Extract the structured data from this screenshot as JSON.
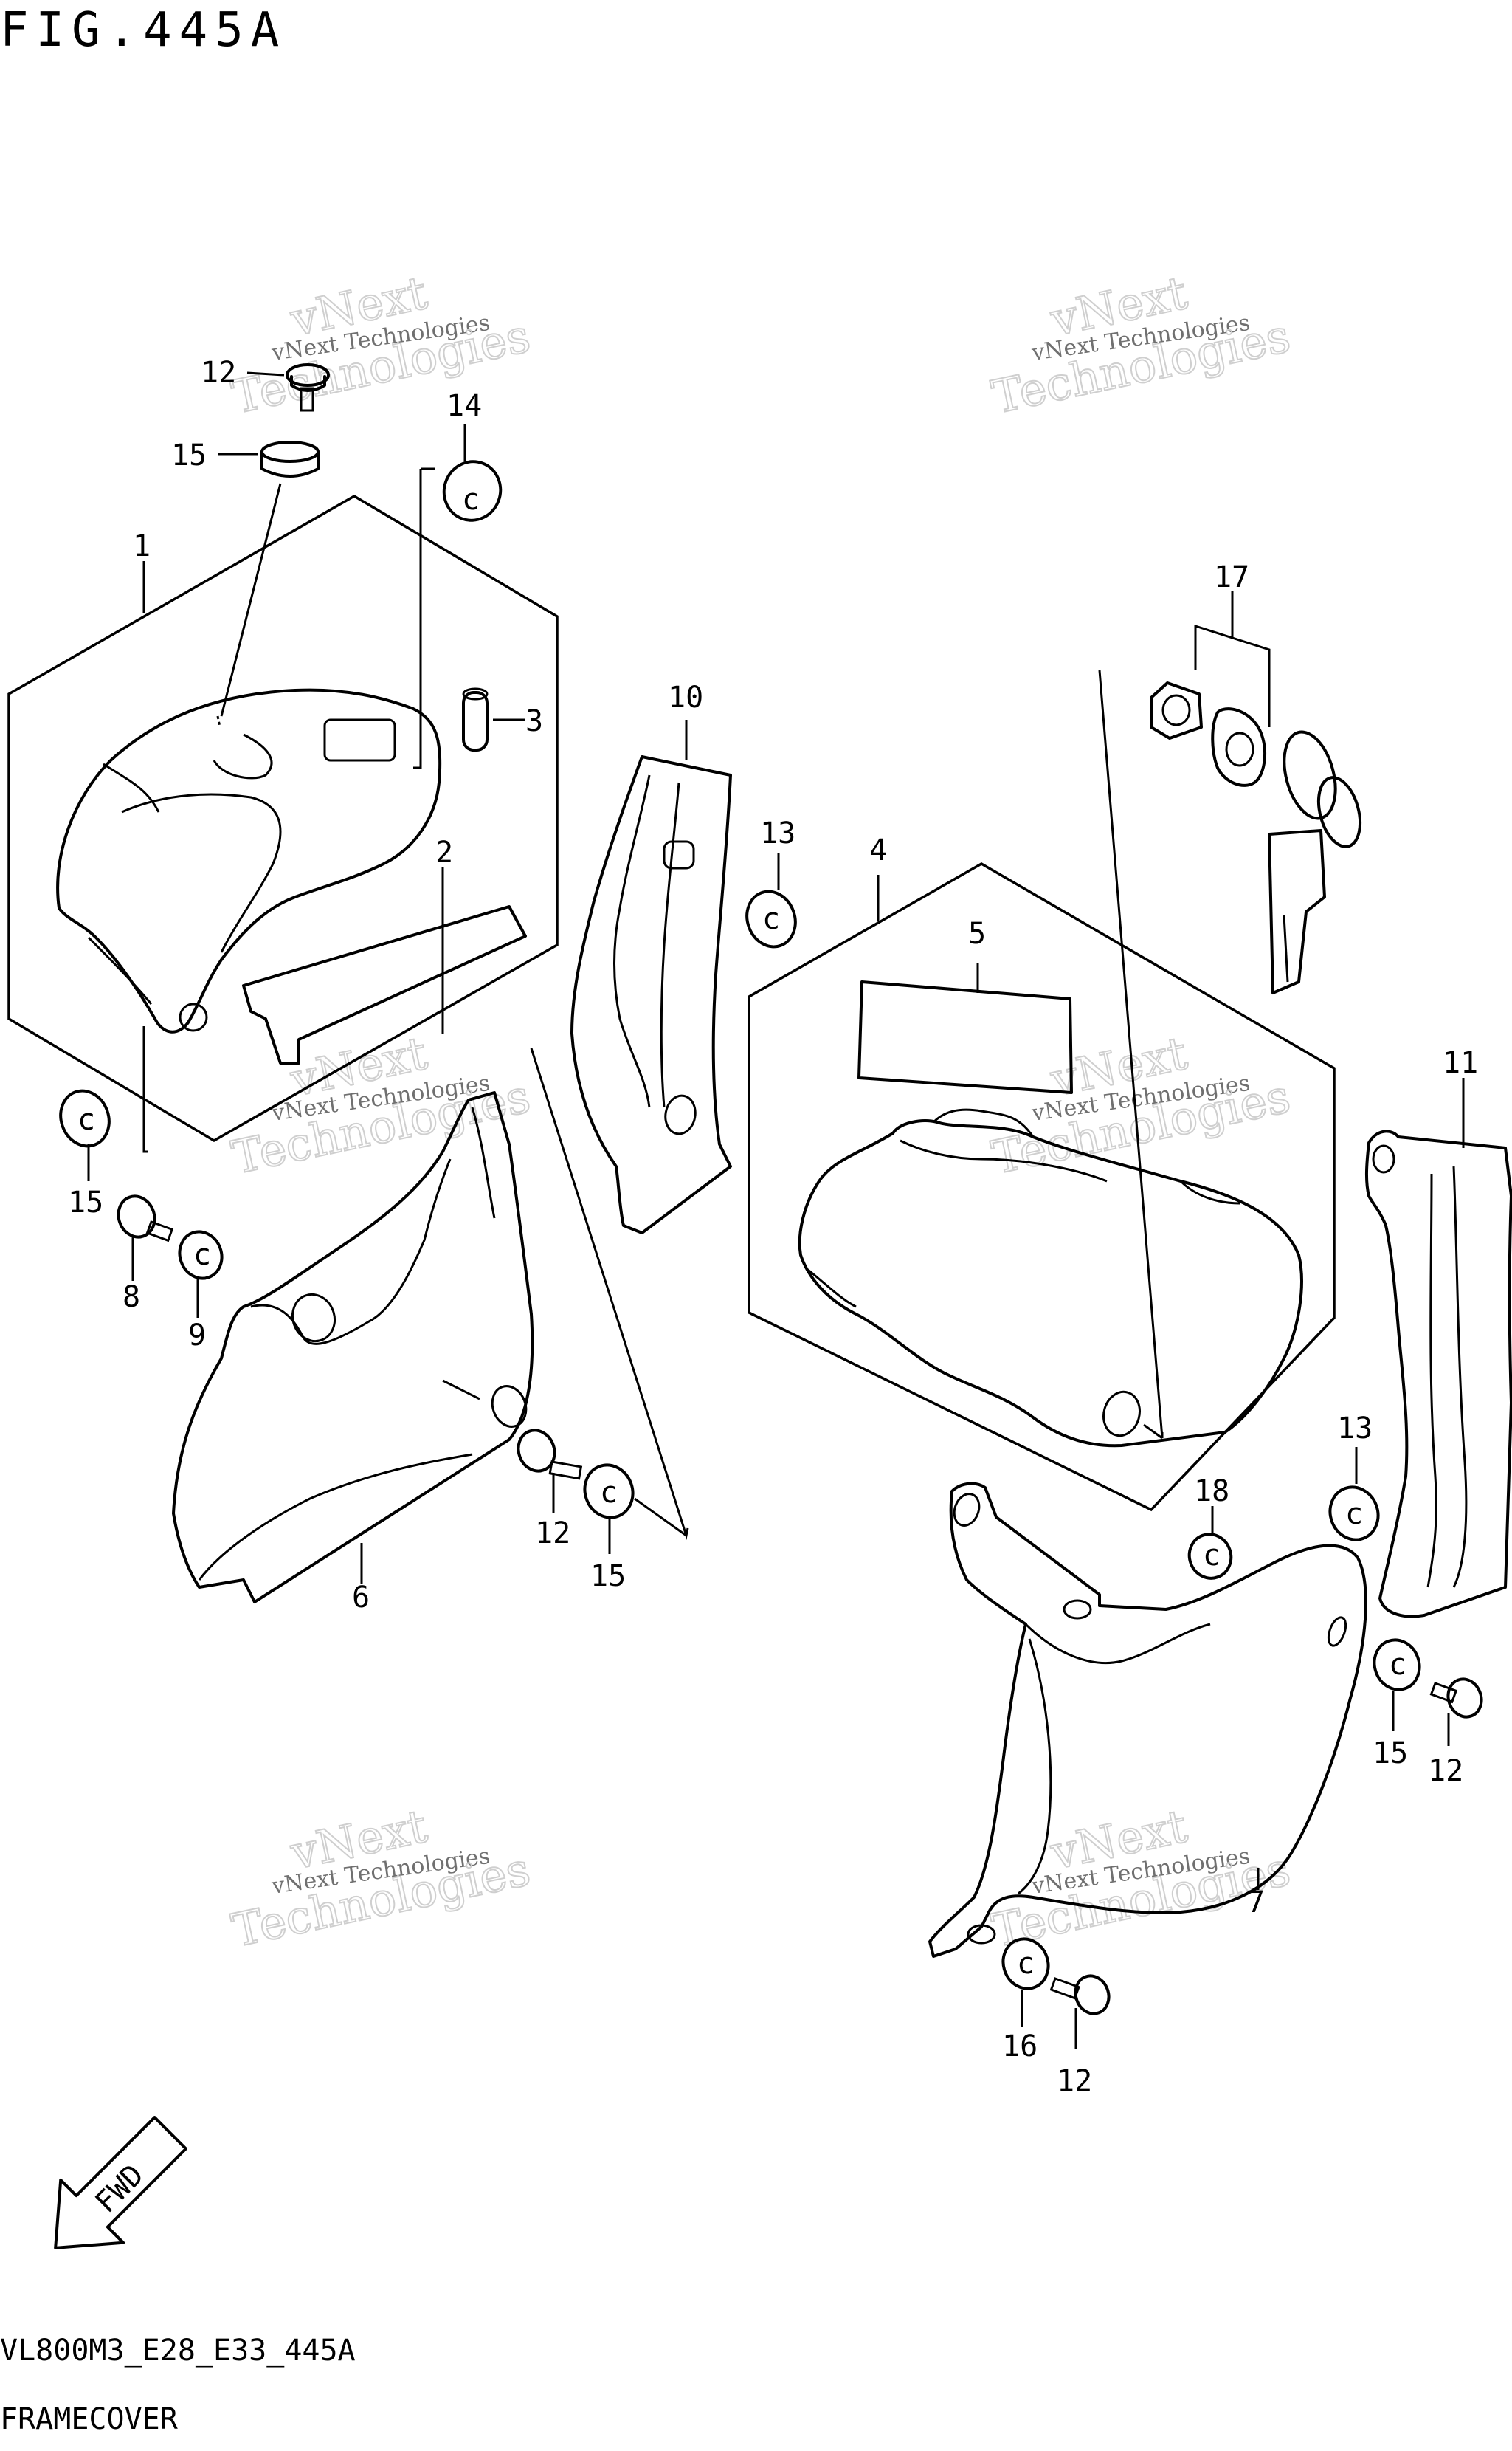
{
  "figure_title": "FIG.445A",
  "footer": {
    "code": "VL800M3_E28_E33_445A",
    "caption": "FRAMECOVER"
  },
  "watermark": {
    "line1": "vNext Technologies",
    "line2a": "vNext",
    "line2b": "Technologies"
  },
  "fwd_label": "FWD",
  "callouts": {
    "c1": "1",
    "c2": "2",
    "c3": "3",
    "c4": "4",
    "c5": "5",
    "c6": "6",
    "c7": "7",
    "c8": "8",
    "c9": "9",
    "c10": "10",
    "c11": "11",
    "c12a": "12",
    "c12b": "12",
    "c12c": "12",
    "c12d": "12",
    "c13a": "13",
    "c13b": "13",
    "c14": "14",
    "c15a": "15",
    "c15b": "15",
    "c15c": "15",
    "c15d": "15",
    "c16": "16",
    "c17": "17",
    "c18": "18"
  }
}
